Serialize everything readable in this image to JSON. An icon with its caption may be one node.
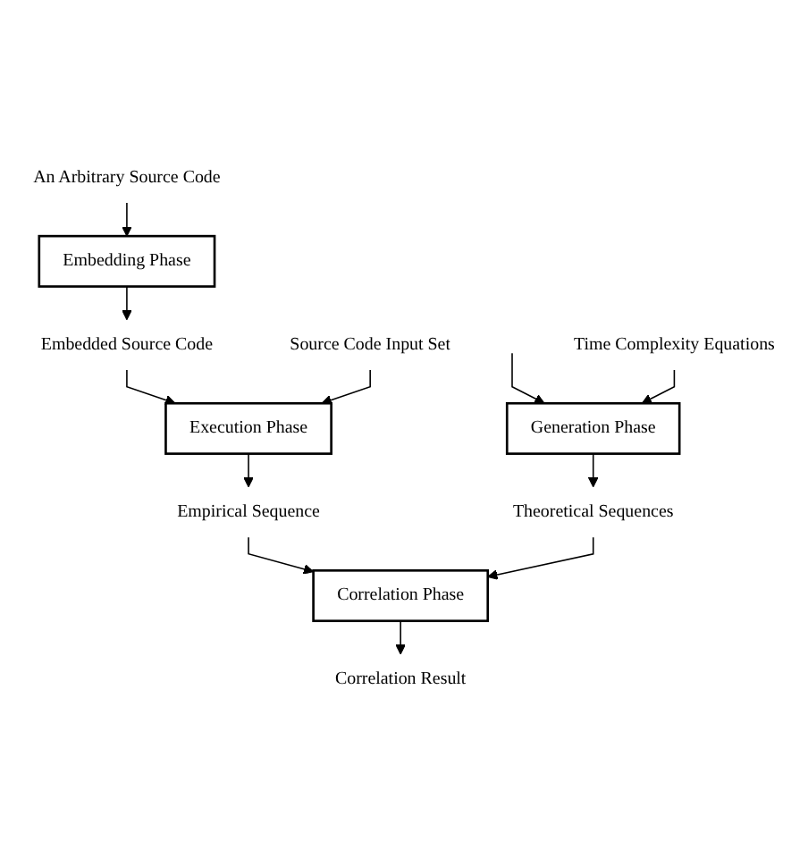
{
  "diagram": {
    "nodes": [
      {
        "text": [
          "An Arbitrary Source Code"
        ]
      },
      {
        "text": [
          "Embedding Phase"
        ]
      },
      {
        "text": [
          "Embedded Source Code"
        ]
      },
      {
        "text": [
          "Source Code Input Set"
        ]
      },
      {
        "text": [
          "Execution Phase"
        ]
      },
      {
        "text": [
          "Empirical Sequence"
        ]
      },
      {
        "text": [
          "Time Complexity Equations"
        ]
      },
      {
        "text": [
          "Generation Phase"
        ]
      },
      {
        "text": [
          "Theoretical Sequences"
        ]
      },
      {
        "text": [
          "Correlation Phase"
        ]
      },
      {
        "text": [
          "Correlation Result"
        ]
      }
    ],
    "edges": [
      {
        "from": 0,
        "to": 1,
        "arrow": "to"
      },
      {
        "from": 1,
        "to": 2,
        "arrow": "to"
      },
      {
        "from": 2,
        "to": 4,
        "arrow": "to"
      },
      {
        "from": 3,
        "to": 4,
        "arrow": "to"
      },
      {
        "from": 4,
        "to": 5,
        "arrow": "to"
      },
      {
        "from": 5,
        "to": 9,
        "arrow": "to"
      },
      {
        "from": null,
        "to": 7,
        "arrow": "to"
      },
      {
        "from": 6,
        "to": 7,
        "arrow": "to"
      },
      {
        "from": 7,
        "to": 8,
        "arrow": "to"
      },
      {
        "from": 8,
        "to": 9,
        "arrow": "to"
      },
      {
        "from": 9,
        "to": 10,
        "arrow": "to"
      }
    ]
  }
}
